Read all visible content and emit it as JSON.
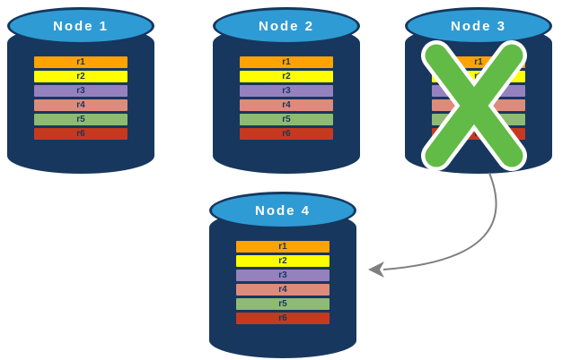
{
  "canvas": {
    "background": "#FFFFFF"
  },
  "cylinder": {
    "body_color": "#17375E",
    "top_color": "#2E9BD5"
  },
  "rows": [
    {
      "label": "r1",
      "color": "#FFA202"
    },
    {
      "label": "r2",
      "color": "#FEFE00"
    },
    {
      "label": "r3",
      "color": "#9581BE"
    },
    {
      "label": "r4",
      "color": "#DE8B7B"
    },
    {
      "label": "r5",
      "color": "#8FBA73"
    },
    {
      "label": "r6",
      "color": "#C53A1F"
    }
  ],
  "nodes": [
    {
      "label": "Node 1",
      "failed": false
    },
    {
      "label": "Node 2",
      "failed": false
    },
    {
      "label": "Node 3",
      "failed": true
    },
    {
      "label": "Node 4",
      "failed": false
    }
  ],
  "failure": {
    "icon": "x-cross",
    "node": "Node 3",
    "color": "#62BB46",
    "outline": "#FFFFFF"
  },
  "arrow": {
    "from": "Node 3",
    "to": "Node 4",
    "color": "#7F7F7F"
  }
}
